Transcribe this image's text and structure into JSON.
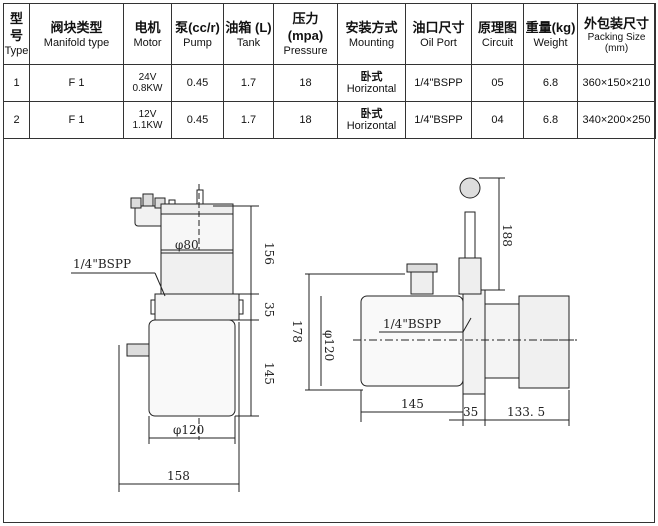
{
  "table": {
    "headers": [
      {
        "zh": "型号",
        "en": "Type"
      },
      {
        "zh": "阀块类型",
        "en": "Manifold type"
      },
      {
        "zh": "电机",
        "en": "Motor"
      },
      {
        "zh": "泵(cc/r)",
        "en": "Pump"
      },
      {
        "zh": "油箱 (L)",
        "en": "Tank"
      },
      {
        "zh": "压力 (mpa)",
        "en": "Pressure"
      },
      {
        "zh": "安装方式",
        "en": "Mounting"
      },
      {
        "zh": "油口尺寸",
        "en": "Oil Port"
      },
      {
        "zh": "原理图",
        "en": "Circuit"
      },
      {
        "zh": "重量(kg)",
        "en": "Weight"
      },
      {
        "zh": "外包装尺寸",
        "en": "Packing Size (mm)"
      }
    ],
    "rows": [
      {
        "type": "1",
        "manifold": "F 1",
        "motor_v": "24V",
        "motor_kw": "0.8KW",
        "pump": "0.45",
        "tank": "1.7",
        "pressure": "18",
        "mount_zh": "卧式",
        "mount_en": "Horizontal",
        "port": "1/4\"BSPP",
        "circuit": "05",
        "weight": "6.8",
        "packing": "360×150×210"
      },
      {
        "type": "2",
        "manifold": "F 1",
        "motor_v": "12V",
        "motor_kw": "1.1KW",
        "pump": "0.45",
        "tank": "1.7",
        "pressure": "18",
        "mount_zh": "卧式",
        "mount_en": "Horizontal",
        "port": "1/4\"BSPP",
        "circuit": "04",
        "weight": "6.8",
        "packing": "340×200×250"
      }
    ]
  },
  "drawing": {
    "left": {
      "port_label": "1/4\"BSPP",
      "dia_motor": "φ80",
      "dia_tank": "φ120",
      "h_156": "156",
      "h_35": "35",
      "h_145": "145",
      "w_158": "158"
    },
    "right": {
      "port_label": "1/4\"BSPP",
      "dia_tank": "φ120",
      "h_178": "178",
      "h_188": "188",
      "w_145": "145",
      "w_35": "35",
      "w_133": "133. 5"
    }
  }
}
